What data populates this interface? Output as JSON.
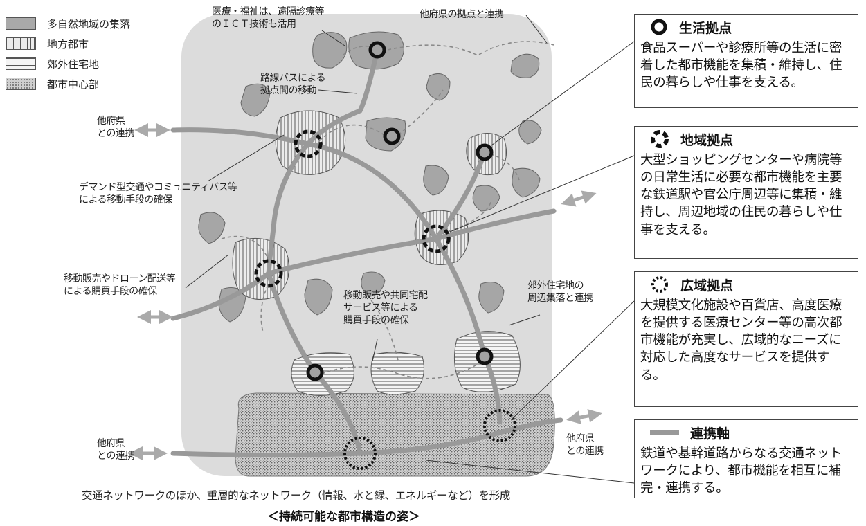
{
  "legend": [
    {
      "label": "多自然地域の集落",
      "pattern": "gray"
    },
    {
      "label": "地方都市",
      "pattern": "vstripe"
    },
    {
      "label": "郊外住宅地",
      "pattern": "hstripe"
    },
    {
      "label": "都市中心部",
      "pattern": "dots"
    }
  ],
  "annotations": {
    "medical": "医療・福祉は、遠隔診療等\nのＩＣＴ技術も活用",
    "other_pref_top": "他府県の拠点と連携",
    "route_bus": "路線バスによる\n拠点間の移動",
    "other_pref_left": "他府県\nとの連携",
    "demand": "デマンド型交通やコミュニティバス等\nによる移動手段の確保",
    "mobile_drone": "移動販売やドローン配送等\nによる購買手段の確保",
    "mobile_shared": "移動販売や共同宅配\nサービス等による\n購買手段の確保",
    "suburb": "郊外住宅地の\n周辺集落と連携",
    "other_pref_bottom_left": "他府県\nとの連携",
    "other_pref_bottom_right": "他府県\nとの連携"
  },
  "infoboxes": [
    {
      "icon": "life-hub-icon",
      "title": "生活拠点",
      "body": "食品スーパーや診療所等の生活に密着した都市機能を集積・維持し、住民の暮らしや仕事を支える。"
    },
    {
      "icon": "regional-hub-icon",
      "title": "地域拠点",
      "body": "大型ショッピングセンターや病院等の日常生活に必要な都市機能を主要な鉄道駅や官公庁周辺等に集積・維持し、周辺地域の住民の暮らしや仕事を支える。"
    },
    {
      "icon": "wide-area-hub-icon",
      "title": "広域拠点",
      "body": "大規模文化施設や百貨店、高度医療を提供する医療センター等の高次都市機能が充実し、広域的なニーズに対応した高度なサービスを提供する。"
    },
    {
      "icon": "link-axis-icon",
      "title": "連携軸",
      "body": "鉄道や基幹道路からなる交通ネットワークにより、都市機能を相互に補完・連携する。"
    }
  ],
  "bottom_note": "交通ネットワークのほか、重層的なネットワーク（情報、水と緑、エネルギーなど）を形成",
  "bottom_title": "＜持続可能な都市構造の姿＞",
  "colors": {
    "background_region": "#dcdcdc",
    "settlement": "#a9a9a9",
    "axis": "#9a9a9a",
    "hub_ring": "#111111"
  }
}
